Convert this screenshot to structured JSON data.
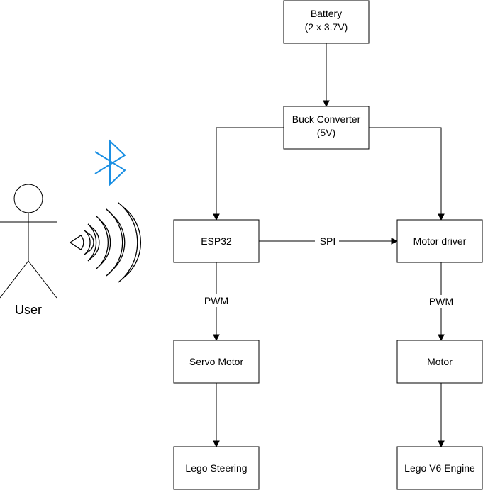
{
  "nodes": {
    "battery": {
      "line1": "Battery",
      "line2": "(2 x 3.7V)"
    },
    "buck": {
      "line1": "Buck Converter",
      "line2": "(5V)"
    },
    "esp32": {
      "label": "ESP32"
    },
    "motor_driver": {
      "label": "Motor driver"
    },
    "servo": {
      "label": "Servo Motor"
    },
    "motor": {
      "label": "Motor"
    },
    "steering": {
      "label": "Lego Steering"
    },
    "engine": {
      "label": "Lego V6 Engine"
    }
  },
  "edges": {
    "spi": "SPI",
    "pwm_left": "PWM",
    "pwm_right": "PWM"
  },
  "user": {
    "label": "User"
  },
  "icons": {
    "bluetooth": "bluetooth-icon",
    "wireless": "wireless-signal-icon",
    "bluetooth_color": "#1a8fe3"
  }
}
